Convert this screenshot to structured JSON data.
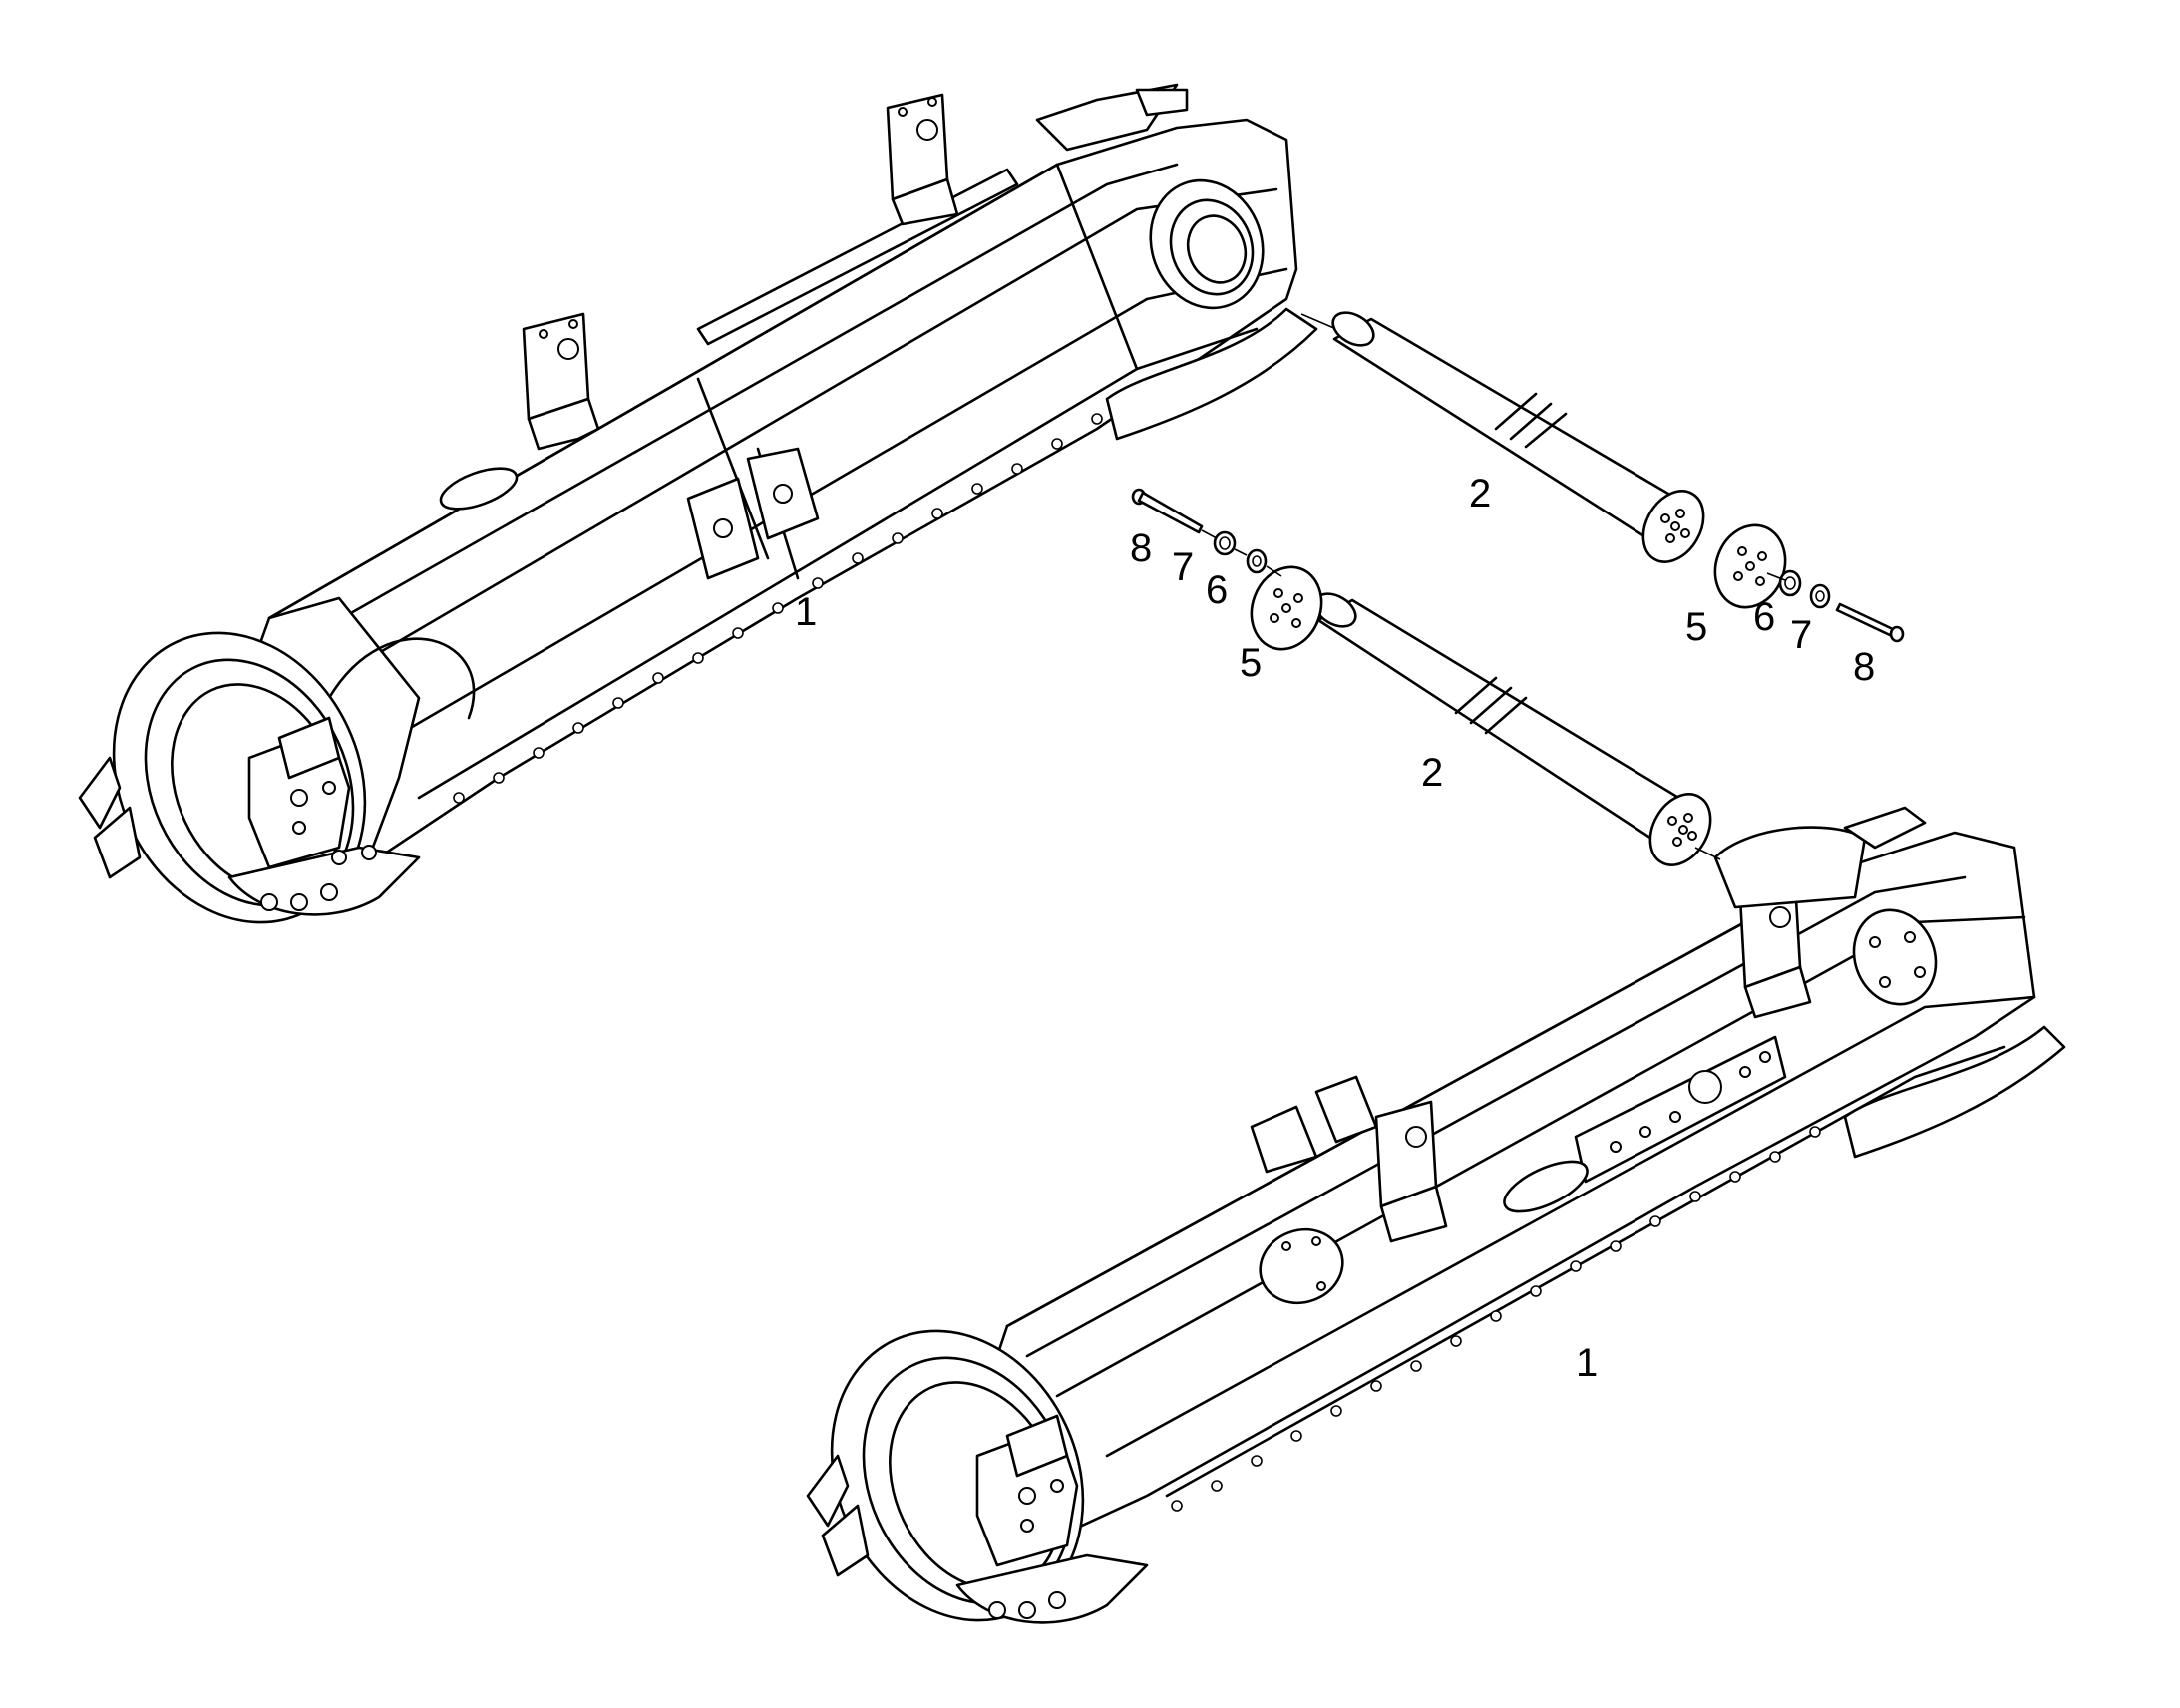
{
  "callouts": {
    "frame_upper": "1",
    "frame_lower": "1",
    "pin_upper": "2",
    "pin_lower": "2",
    "plate_left": "5",
    "plate_right": "5",
    "washer_left": "6",
    "washer_right": "6",
    "nut_left": "7",
    "nut_right": "7",
    "bolt_left": "8",
    "bolt_right": "8"
  },
  "colors": {
    "line": "#000000",
    "background": "#ffffff"
  }
}
